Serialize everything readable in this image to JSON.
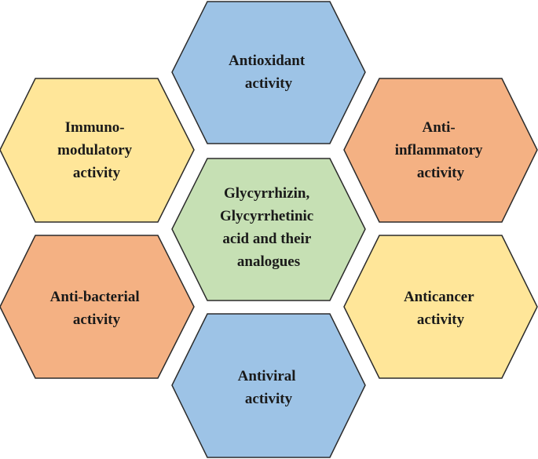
{
  "diagram": {
    "center": {
      "lines": [
        "Glycyrrhizin,",
        "Glycyrrhetinic",
        "acid and their",
        "analogues"
      ],
      "color": "#c6e0b4"
    },
    "top": {
      "lines": [
        "Antioxidant",
        "activity"
      ],
      "color": "#9dc3e6"
    },
    "upper_left": {
      "lines": [
        "Immuno-",
        "modulatory",
        "activity"
      ],
      "color": "#ffe699"
    },
    "upper_right": {
      "lines": [
        "Anti-",
        "inflammatory",
        "activity"
      ],
      "color": "#f4b183"
    },
    "lower_left": {
      "lines": [
        "Anti-bacterial",
        "activity"
      ],
      "color": "#f4b183"
    },
    "lower_right": {
      "lines": [
        "Anticancer",
        "activity"
      ],
      "color": "#ffe699"
    },
    "bottom": {
      "lines": [
        "Antiviral",
        "activity"
      ],
      "color": "#9dc3e6"
    }
  }
}
